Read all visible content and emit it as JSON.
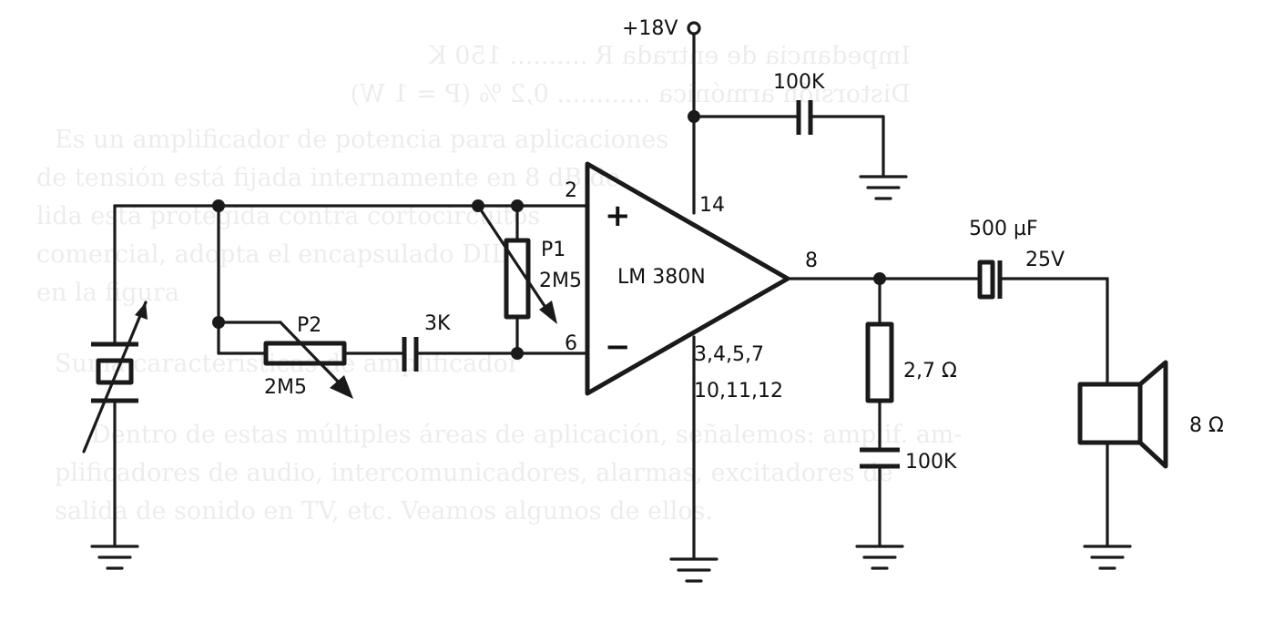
{
  "colors": {
    "ink": "#1a1a1a",
    "paper": "#ffffff"
  },
  "supply": {
    "label": "+18V"
  },
  "chip": {
    "name": "LM 380N",
    "plus_sign": "+",
    "minus_sign": "−"
  },
  "pins": {
    "noninv": "2",
    "inv": "6",
    "vcc": "14",
    "out": "8",
    "gnd_a": "3,4,5,7",
    "gnd_b": "10,11,12"
  },
  "components": {
    "bypass_cap": "100K",
    "p1_name": "P1",
    "p1_value": "2M5",
    "p2_name": "P2",
    "p2_value": "2M5",
    "coupling_cap": "3K",
    "output_cap": "500 µF",
    "output_cap_voltage": "25V",
    "zobel_resistor": "2,7 Ω",
    "zobel_cap": "100K",
    "speaker": "8 Ω"
  },
  "background_text": [
    "Impedancia de entrada R .......... 150 K",
    "Distorsión armónica ............ 0,2 % (P = 1 W)",
    "Es un amplificador de potencia para aplicaciones",
    "de tensión está fijada internamente en 8 dB de",
    "lida está protegida contra cortocircuitos",
    "comercial, adopta el encapsulado DIL",
    "en la figura",
    "Suma características de amplificador",
    "Dentro de estas múltiples áreas de aplicación, señalemos: amplif. am-",
    "plificadores de audio, intercomunicadores, alarmas, excitadores de",
    "salida de sonido en TV, etc. Veamos algunos de ellos."
  ]
}
